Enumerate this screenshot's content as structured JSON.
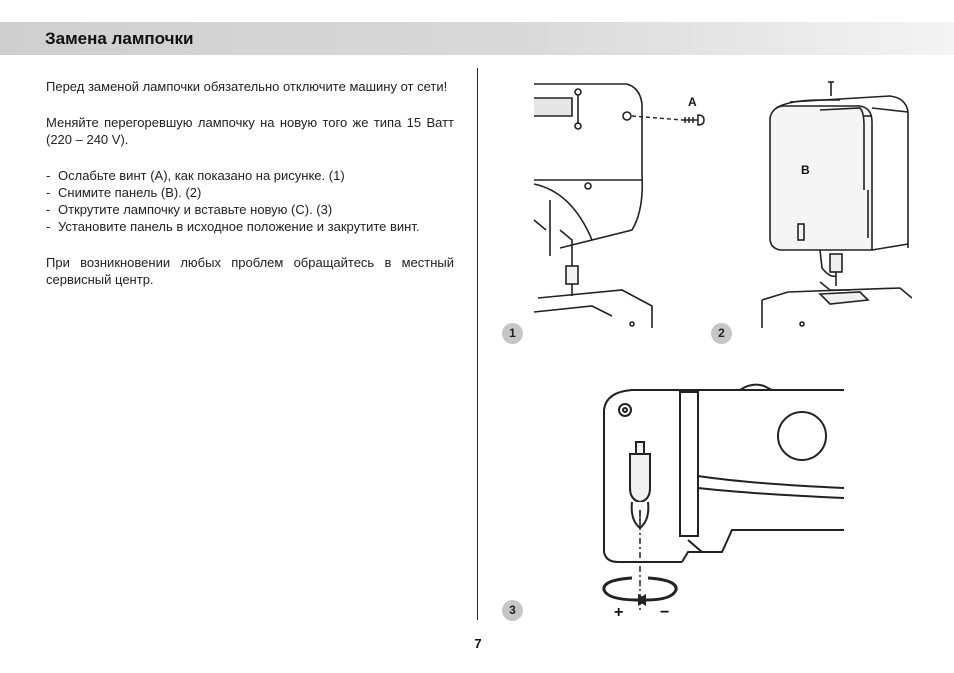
{
  "header": {
    "title": "Замена лампочки"
  },
  "instructions": {
    "warning": "Перед заменой лампочки обязательно отключите машину от сети!",
    "bulb_type": "Меняйте перегоревшую лампочку на новую того же типа 15 Ватт (220 – 240 V).",
    "steps": [
      "Ослабьте винт (A), как показано на рисунке. (1)",
      "Снимите панель (B). (2)",
      "Открутите лампочку и вставьте новую (C). (3)",
      "Установите панель в исходное положение и закрутите винт."
    ],
    "service_note": "При возникновении любых проблем обращайтесь в местный сервисный центр."
  },
  "figures": {
    "fig1": {
      "number": "1",
      "callout": "A"
    },
    "fig2": {
      "number": "2",
      "callout": "B"
    },
    "fig3": {
      "number": "3",
      "plus": "+",
      "minus": "−"
    }
  },
  "footer": {
    "page_number": "7"
  }
}
